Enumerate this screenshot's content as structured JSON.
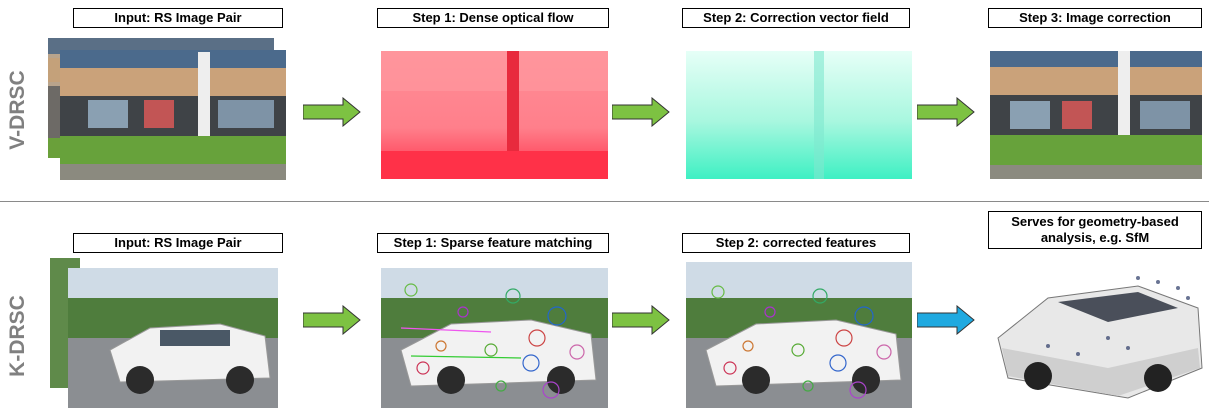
{
  "rows": {
    "top_label": "V-DRSC",
    "bottom_label": "K-DRSC"
  },
  "top": {
    "input_title": "Input: RS Image Pair",
    "step1_title": "Step 1: Dense optical flow",
    "step2_title": "Step 2: Correction vector field",
    "step3_title": "Step 3: Image correction"
  },
  "bottom": {
    "input_title": "Input: RS Image Pair",
    "step1_title": "Step 1: Sparse feature matching",
    "step2_title": "Step 2: corrected features",
    "output_title": "Serves for geometry-based analysis, e.g. SfM"
  },
  "colors": {
    "green_arrow": "#7dc242",
    "blue_arrow": "#1fa9e0",
    "flow_red": "#ff4a5e",
    "field_cyan": "#40f0c8",
    "row_label": "#808080"
  }
}
